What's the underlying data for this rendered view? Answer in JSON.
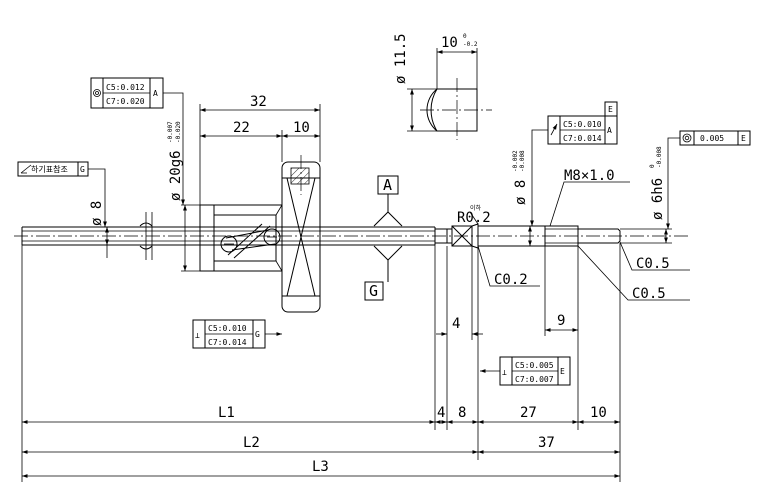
{
  "dimensions": {
    "phi8": "ø 8",
    "phi20": "ø 20g6",
    "phi20_tol": "-0.007 -0.020",
    "d32": "32",
    "d22": "22",
    "d10a": "10",
    "phi115": "ø 11.5",
    "d10top": "10",
    "d10top_tol": "0 -0.2",
    "r02": "R0.2",
    "r02_sub": "이하",
    "phi8r": "ø 8",
    "phi8r_tol": "-0.002 -0.008",
    "m8": "M8×1.0",
    "phi6": "ø 6h6",
    "phi6_tol": "0 -0.008",
    "c02": "C0.2",
    "c05a": "C0.5",
    "c05b": "C0.5",
    "d4a": "4",
    "d9": "9",
    "L1": "L1",
    "d4b": "4",
    "d8": "8",
    "d27": "27",
    "d10b": "10",
    "L2": "L2",
    "d37": "37",
    "L3": "L3"
  },
  "datums": {
    "A": "A",
    "G": "G",
    "E": "E"
  },
  "tolerance_frames": {
    "runout_A": {
      "c5": "C5:0.012",
      "c7": "C7:0.020",
      "ref": "A"
    },
    "straight_G": {
      "text": "하기표참조",
      "ref": "G"
    },
    "perp_G": {
      "c5": "C5:0.010",
      "c7": "C7:0.014",
      "ref": "G"
    },
    "runout_right_A": {
      "c5": "C5:0.010",
      "c7": "C7:0.014",
      "ref": "A"
    },
    "conc_E": {
      "value": "0.005",
      "ref": "E"
    },
    "perp_E": {
      "c5": "C5:0.005",
      "c7": "C7:0.007",
      "ref": "E"
    }
  }
}
